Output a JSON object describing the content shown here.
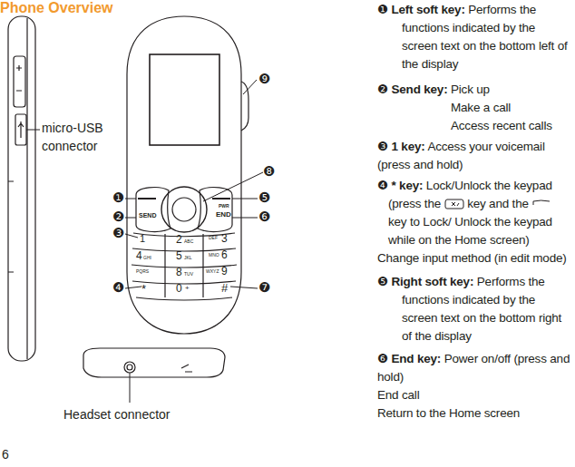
{
  "diagram": {
    "title": "Phone Overview",
    "labels": [
      "micro-USB connector",
      "Headset connector",
      "❾",
      "❽",
      "❶",
      "❺",
      "❷",
      "❻",
      "❸",
      "❹",
      "❼",
      "SEND",
      "PWR",
      "END",
      "1",
      "2",
      "ABC",
      "DEF",
      "3",
      "4",
      "GHI",
      "5",
      "JKL",
      "MNO",
      "6",
      "PQRS",
      "8",
      "TUV",
      "WXYZ",
      "9",
      "*",
      "0",
      "+",
      "#",
      "❶",
      "Left soft key:",
      "Performs the functions indicated by the screen text on the bottom left of the display",
      "❷",
      "Send key:",
      "Pick up",
      "Make a call",
      "Access recent calls",
      "❸",
      "1 key:",
      "Access your voicemail (press and hold)",
      "❹",
      "* key:",
      "Lock/Unlock the keypad (press the",
      "key and the",
      "key to Lock/ Unlock the keypad while on the Home screen)",
      "Change input method (in edit mode)",
      "❺",
      "Right soft key:",
      "Performs the functions indicated by the screen text on the bottom right of the display",
      "❻",
      "End key:",
      "Power on/off (press and hold)",
      "End call",
      "Return to the Home screen",
      "6"
    ]
  }
}
